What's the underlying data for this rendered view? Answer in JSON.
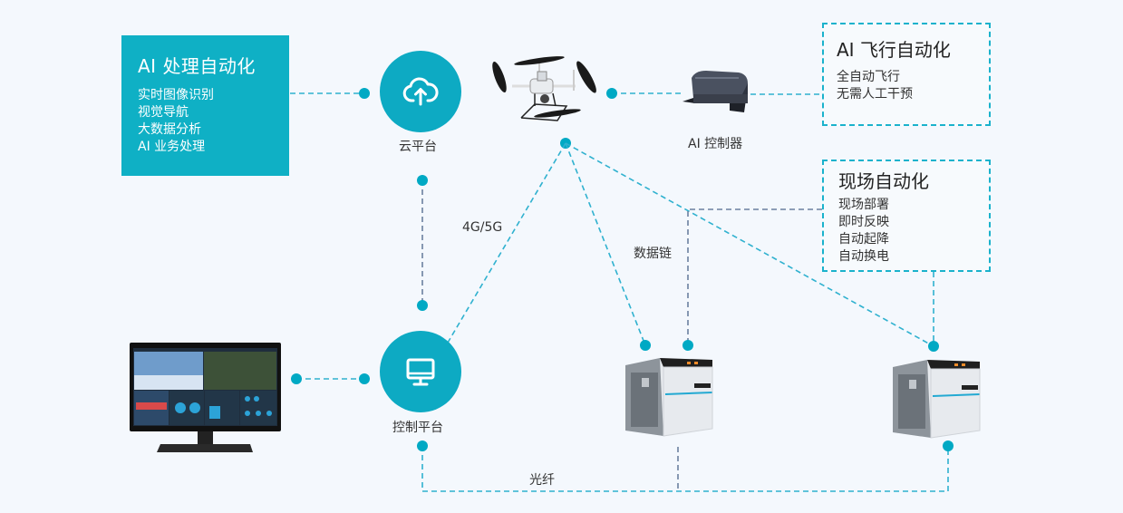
{
  "diagram": {
    "ai_processing": {
      "title": "AI 处理自动化",
      "items": [
        "实时图像识别",
        "视觉导航",
        "大数据分析",
        "AI 业务处理"
      ]
    },
    "flight_automation": {
      "title": "AI 飞行自动化",
      "items": [
        "全自动飞行",
        "无需人工干预"
      ]
    },
    "site_automation": {
      "title": "现场自动化",
      "items": [
        "现场部署",
        "即时反映",
        "自动起降",
        "自动换电"
      ]
    },
    "nodes": {
      "cloud_platform": {
        "label": "云平台",
        "icon": "cloud-upload-icon"
      },
      "control_platform": {
        "label": "控制平台",
        "icon": "monitor-icon"
      },
      "ai_controller": {
        "label": "AI 控制器"
      },
      "drone": {
        "label": ""
      },
      "monitor": {
        "label": ""
      },
      "station_1": {
        "label": ""
      },
      "station_2": {
        "label": ""
      }
    },
    "link_labels": {
      "cellular": "4G/5G",
      "datalink": "数据链",
      "fiber": "光纤"
    },
    "colors": {
      "accent": "#0daac3",
      "dashed_link": "#2fb1cf",
      "dashed_link_alt": "#6b80a0",
      "background": "#f4f8fd"
    }
  }
}
